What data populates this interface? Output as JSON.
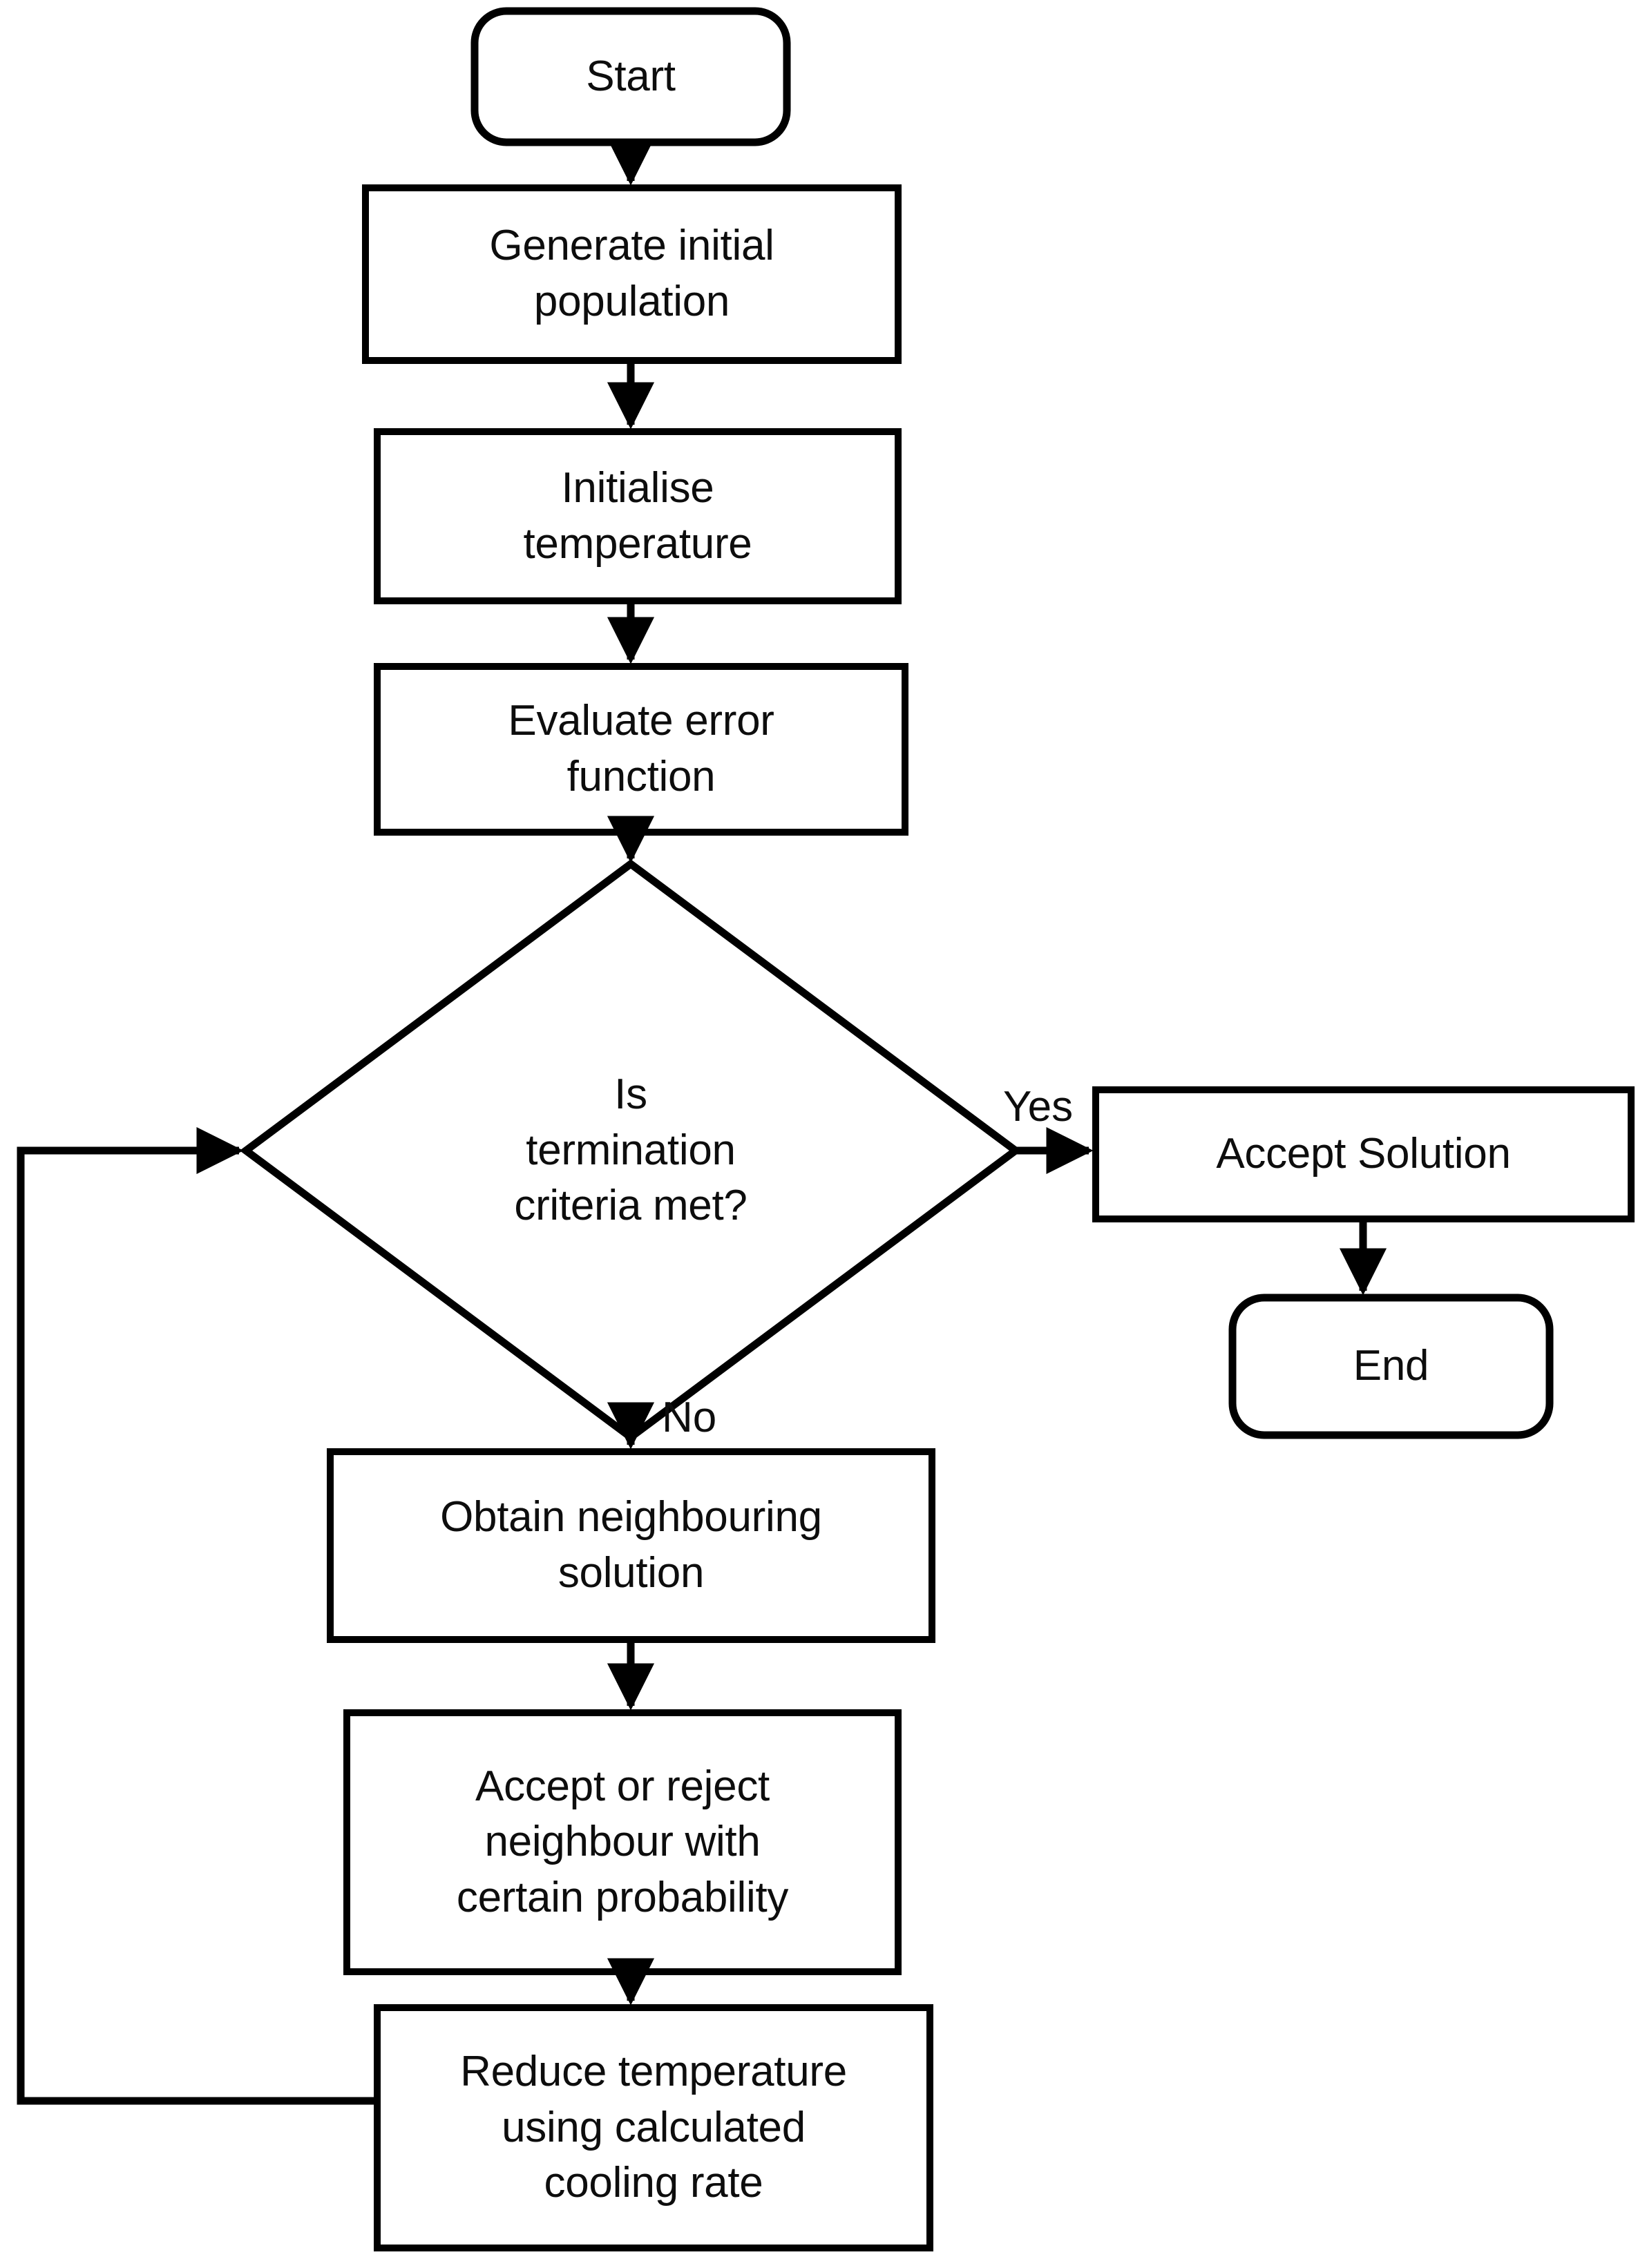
{
  "diagram": {
    "type": "flowchart",
    "title": "Simulated annealing algorithm flowchart",
    "stroke_color": "#000000",
    "fill_color": "#ffffff",
    "text_color": "#0d0d0d",
    "nodes": [
      {
        "id": "start",
        "shape": "rounded-rectangle",
        "label": "Start"
      },
      {
        "id": "generate",
        "shape": "rectangle",
        "label": "Generate initial\npopulation"
      },
      {
        "id": "initialise",
        "shape": "rectangle",
        "label": "Initialise\ntemperature"
      },
      {
        "id": "evaluate",
        "shape": "rectangle",
        "label": "Evaluate error\nfunction"
      },
      {
        "id": "decision",
        "shape": "diamond",
        "label": "Is\ntermination\ncriteria met?"
      },
      {
        "id": "accept",
        "shape": "rectangle",
        "label": "Accept Solution"
      },
      {
        "id": "end",
        "shape": "rounded-rectangle",
        "label": "End"
      },
      {
        "id": "obtain",
        "shape": "rectangle",
        "label": "Obtain neighbouring\nsolution"
      },
      {
        "id": "probability",
        "shape": "rectangle",
        "label": "Accept or reject\nneighbour with\ncertain probability"
      },
      {
        "id": "reduce",
        "shape": "rectangle",
        "label": "Reduce temperature\nusing calculated\ncooling rate"
      }
    ],
    "edges": [
      {
        "from": "start",
        "to": "generate",
        "label": ""
      },
      {
        "from": "generate",
        "to": "initialise",
        "label": ""
      },
      {
        "from": "initialise",
        "to": "evaluate",
        "label": ""
      },
      {
        "from": "evaluate",
        "to": "decision",
        "label": ""
      },
      {
        "from": "decision",
        "to": "accept",
        "label": "Yes"
      },
      {
        "from": "accept",
        "to": "end",
        "label": ""
      },
      {
        "from": "decision",
        "to": "obtain",
        "label": "No"
      },
      {
        "from": "obtain",
        "to": "probability",
        "label": ""
      },
      {
        "from": "probability",
        "to": "reduce",
        "label": ""
      },
      {
        "from": "reduce",
        "to": "decision",
        "label": ""
      }
    ],
    "edge_labels": {
      "yes": "Yes",
      "no": "No"
    }
  }
}
